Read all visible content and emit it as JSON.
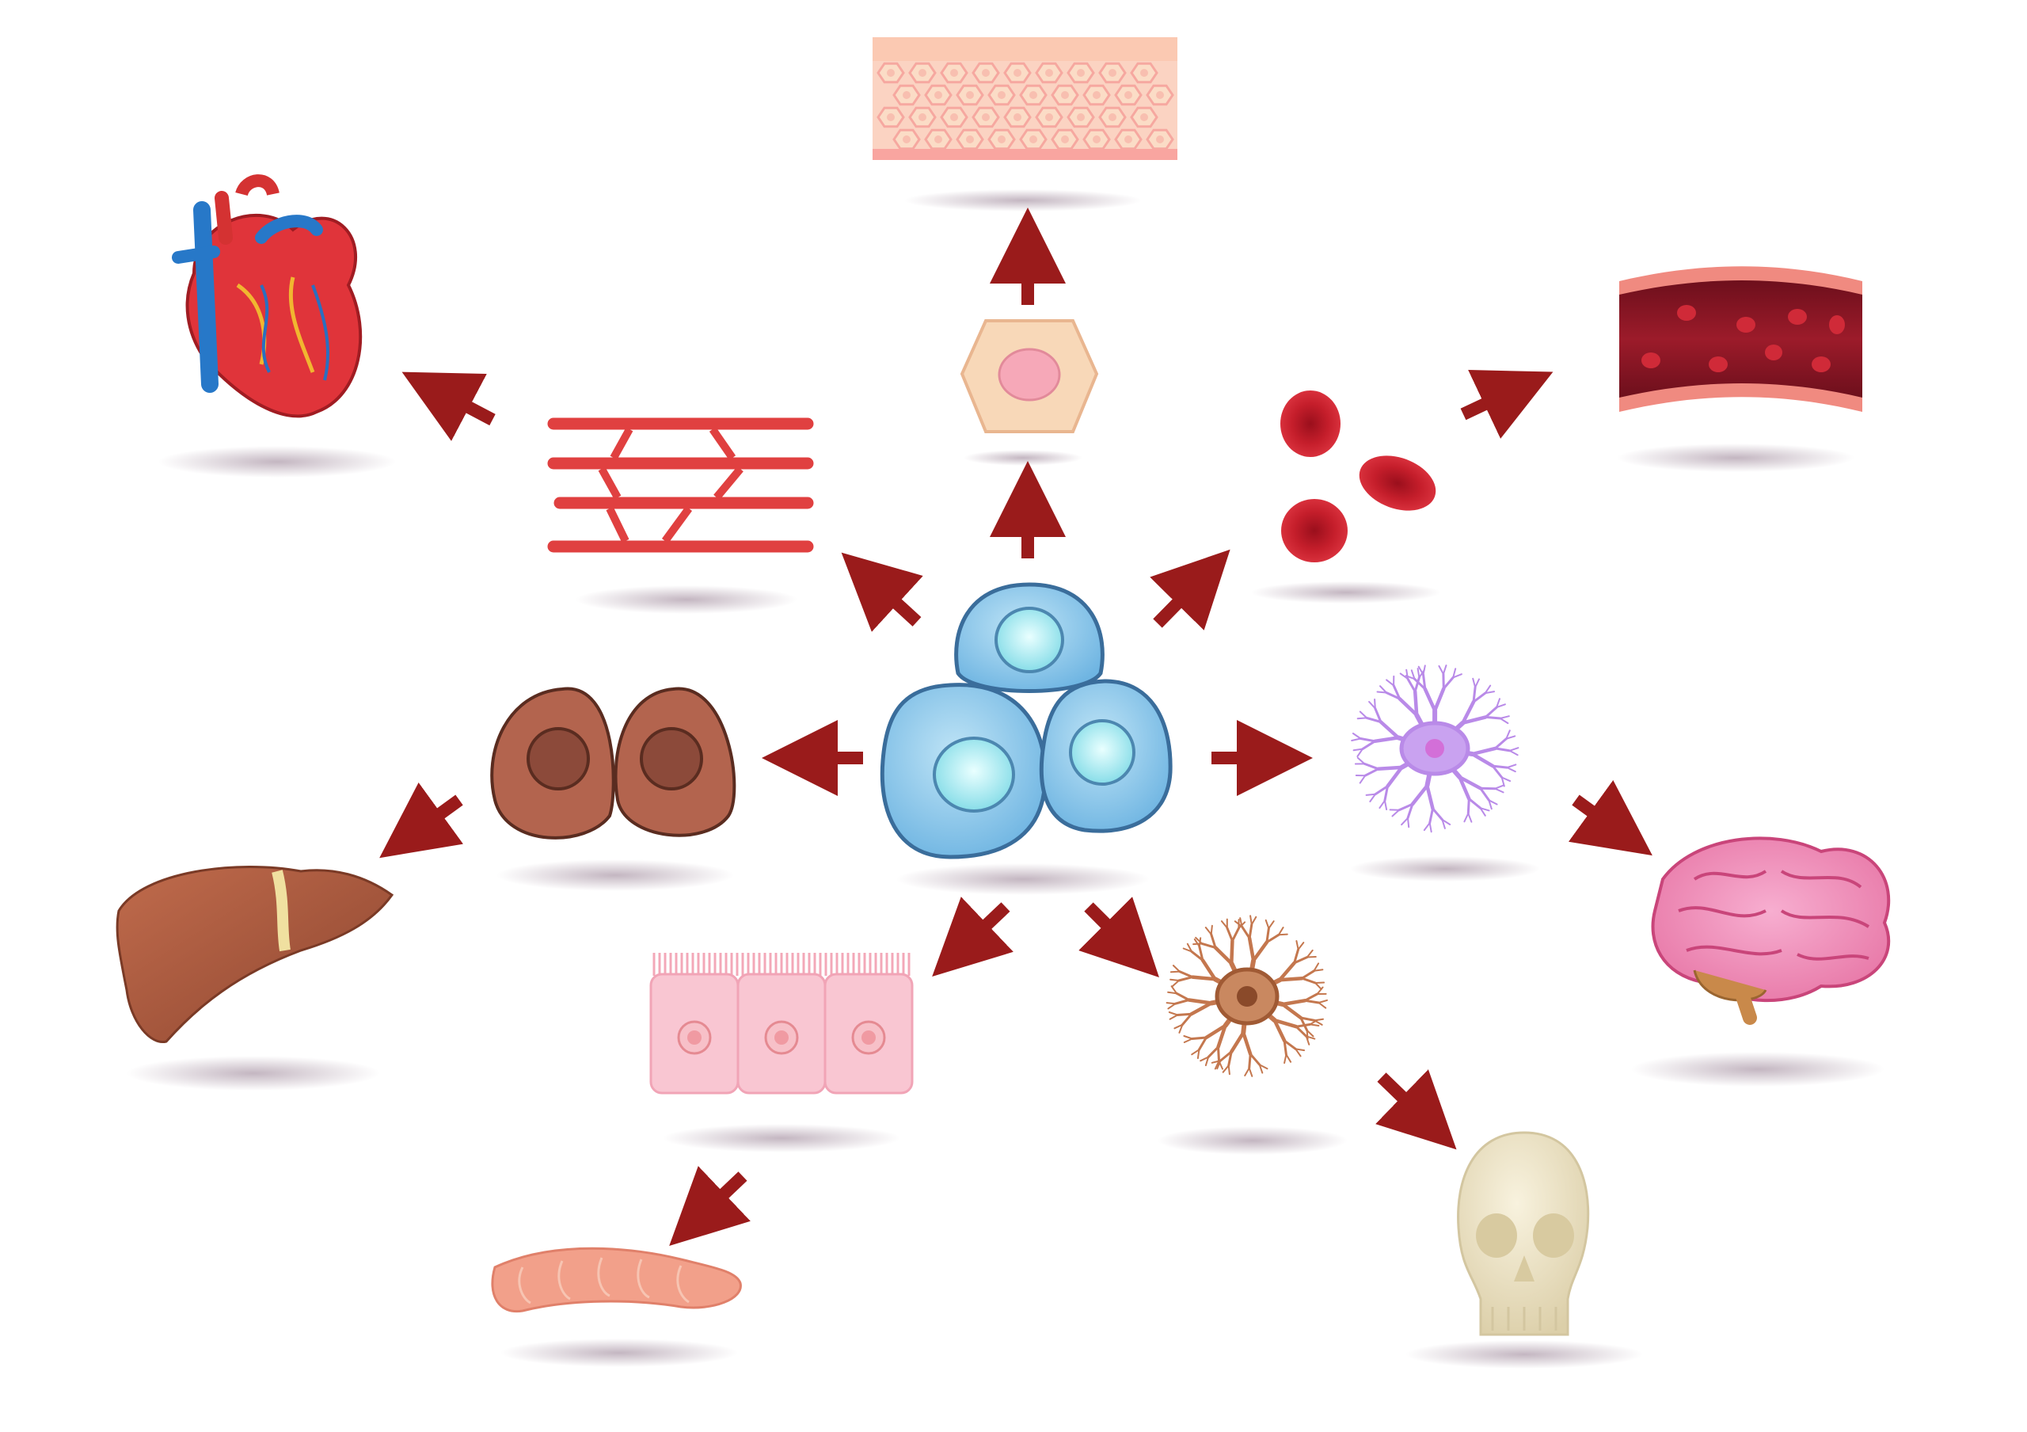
{
  "diagram": {
    "type": "stem-cell-differentiation",
    "center": {
      "name": "stem-cells",
      "colors": {
        "body": "#9fd3ef",
        "nucleus": "#bdf3f7",
        "outline": "#3a6d9b"
      }
    },
    "nodes": [
      {
        "name": "skin-epithelial-cell",
        "colors": {
          "body": "#f8d8b8",
          "nucleus": "#f6a8b8"
        }
      },
      {
        "name": "skin-tissue",
        "colors": {
          "body": "#fbd3c2",
          "cell": "#f9b4a8"
        }
      },
      {
        "name": "muscle-fibers",
        "colors": {
          "body": "#e04040"
        }
      },
      {
        "name": "heart",
        "colors": {
          "body": "#e0343a",
          "vessel": "#2778c8"
        }
      },
      {
        "name": "red-blood-cells",
        "colors": {
          "body": "#c41e2a"
        }
      },
      {
        "name": "blood-vessel",
        "colors": {
          "wall": "#f08a80",
          "lumen": "#8a1422"
        }
      },
      {
        "name": "liver-cells",
        "colors": {
          "body": "#b3644e",
          "nucleus": "#8c4a3a"
        }
      },
      {
        "name": "liver",
        "colors": {
          "body": "#a8583d"
        }
      },
      {
        "name": "neuron",
        "colors": {
          "body": "#b98ae8",
          "nucleus": "#d36fd8"
        }
      },
      {
        "name": "brain",
        "colors": {
          "body": "#ef8fb5",
          "stem": "#c9894a"
        }
      },
      {
        "name": "intestinal-epithelial-cells",
        "colors": {
          "body": "#f9c6d2",
          "nucleus": "#f09aa2"
        }
      },
      {
        "name": "intestine",
        "colors": {
          "body": "#f2a08a"
        }
      },
      {
        "name": "osteocyte",
        "colors": {
          "body": "#c4774e"
        }
      },
      {
        "name": "skull",
        "colors": {
          "body": "#efe6c6"
        }
      }
    ],
    "arrow_color": "#9a1b1b",
    "shadow_color": "#c9bfc7"
  }
}
